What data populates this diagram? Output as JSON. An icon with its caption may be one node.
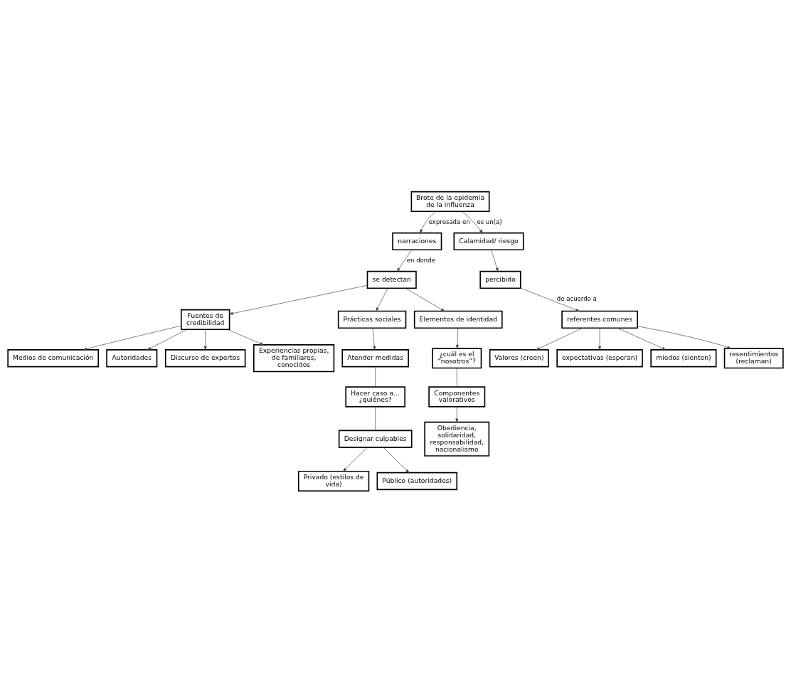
{
  "diagram": {
    "nodes": [
      {
        "text": [
          "Brote de la epidemia de la influenza"
        ]
      },
      {
        "text": [
          "narraciones"
        ]
      },
      {
        "text": [
          "Calamidad/ riesgo"
        ]
      },
      {
        "text": [
          "se detectan"
        ]
      },
      {
        "text": [
          "percibido"
        ]
      },
      {
        "text": [
          "Fuentes de credibilidad"
        ]
      },
      {
        "text": [
          "Prácticas sociales"
        ]
      },
      {
        "text": [
          "Elementos de identidad"
        ]
      },
      {
        "text": [
          "referentes comunes"
        ]
      },
      {
        "text": [
          "Medios de comunicación"
        ]
      },
      {
        "text": [
          "Autoridades"
        ]
      },
      {
        "text": [
          "Discurso de expertos"
        ]
      },
      {
        "text": [
          "Experiencias propias, de familiares, conocidos"
        ]
      },
      {
        "text": [
          "Atender medidas"
        ]
      },
      {
        "text": [
          "¿cuál es el “nosotros”?"
        ]
      },
      {
        "text": [
          "Hacer caso a… ¿quiénes?"
        ]
      },
      {
        "text": [
          "Componentes valorativos"
        ]
      },
      {
        "text": [
          "Designar culpables"
        ]
      },
      {
        "text": [
          "Valores (creen)"
        ]
      },
      {
        "text": [
          "Obediencia, solidaridad, responsabilidad, nacionalismo"
        ]
      },
      {
        "text": [
          "expectativas (esperan)"
        ]
      },
      {
        "text": [
          "Privado (estilos de vida)"
        ]
      },
      {
        "text": [
          "Público (autoridades)"
        ]
      },
      {
        "text": [
          "miedos (sienten)"
        ]
      },
      {
        "text": [
          "resentimientos (reclaman)"
        ]
      }
    ],
    "edges": [
      {
        "from": 0,
        "to": 1,
        "arrow": "to",
        "label": "expresada en"
      },
      {
        "from": 0,
        "to": 2,
        "arrow": "to",
        "label": "es un(a)"
      },
      {
        "from": 1,
        "to": 3,
        "arrow": "to",
        "label": "en donde"
      },
      {
        "from": 2,
        "to": 4,
        "arrow": "to"
      },
      {
        "from": 3,
        "to": 5,
        "arrow": "to"
      },
      {
        "from": 3,
        "to": 6,
        "arrow": "to"
      },
      {
        "from": 3,
        "to": 7,
        "arrow": "to"
      },
      {
        "from": 4,
        "to": 8,
        "arrow": "to",
        "label": "de acuerdo a"
      },
      {
        "from": 5,
        "to": 9,
        "arrow": "to"
      },
      {
        "from": 5,
        "to": 10,
        "arrow": "to"
      },
      {
        "from": 5,
        "to": 11,
        "arrow": "to"
      },
      {
        "from": 5,
        "to": 12,
        "arrow": "to"
      },
      {
        "from": 6,
        "to": 13,
        "arrow": "to"
      },
      {
        "from": 13,
        "to": 15,
        "arrow": "none"
      },
      {
        "from": 15,
        "to": 17,
        "arrow": "none"
      },
      {
        "from": 17,
        "to": 21,
        "arrow": "to"
      },
      {
        "from": 17,
        "to": 22,
        "arrow": "to"
      },
      {
        "from": 7,
        "to": 14,
        "arrow": "to"
      },
      {
        "from": 14,
        "to": 16,
        "arrow": "none"
      },
      {
        "from": 16,
        "to": 19,
        "arrow": "to"
      },
      {
        "from": 8,
        "to": 18,
        "arrow": "to"
      },
      {
        "from": 8,
        "to": 20,
        "arrow": "to"
      },
      {
        "from": 8,
        "to": 23,
        "arrow": "to"
      },
      {
        "from": 8,
        "to": 24,
        "arrow": "to"
      }
    ]
  }
}
